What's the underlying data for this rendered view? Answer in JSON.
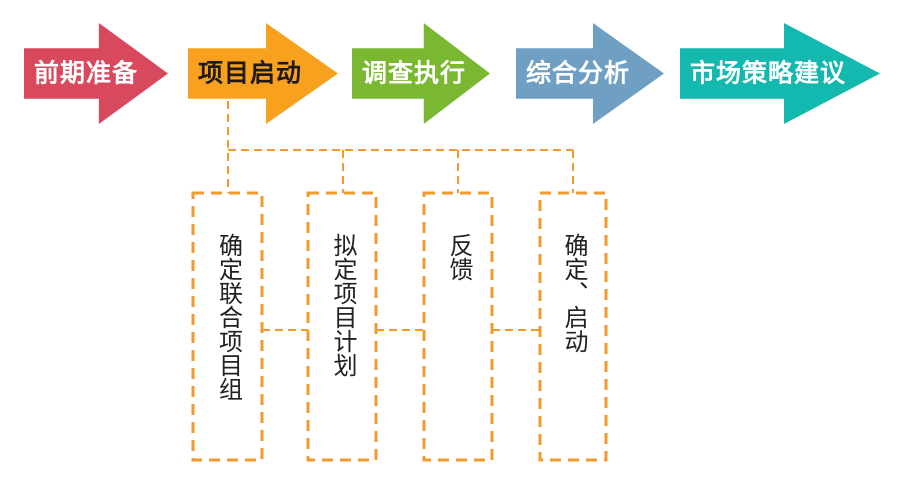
{
  "process": {
    "steps": [
      {
        "label": "前期准备",
        "color": "#d9495d",
        "text_color": "#ffffff"
      },
      {
        "label": "项目启动",
        "color": "#f8a11f",
        "text_color": "#1f1a17"
      },
      {
        "label": "调查执行",
        "color": "#7bb831",
        "text_color": "#ffffff"
      },
      {
        "label": "综合分析",
        "color": "#6fa0c3",
        "text_color": "#ffffff"
      },
      {
        "label": "市场策略建议",
        "color": "#13b8ae",
        "text_color": "#ffffff"
      }
    ]
  },
  "sub_steps": [
    {
      "label": "确定联合项目组"
    },
    {
      "label": "拟定项目计划"
    },
    {
      "label": "反馈"
    },
    {
      "label": "确定、启动"
    }
  ],
  "connector": {
    "color": "#f29a2e"
  },
  "canvas": {
    "background": "#ffffff"
  }
}
